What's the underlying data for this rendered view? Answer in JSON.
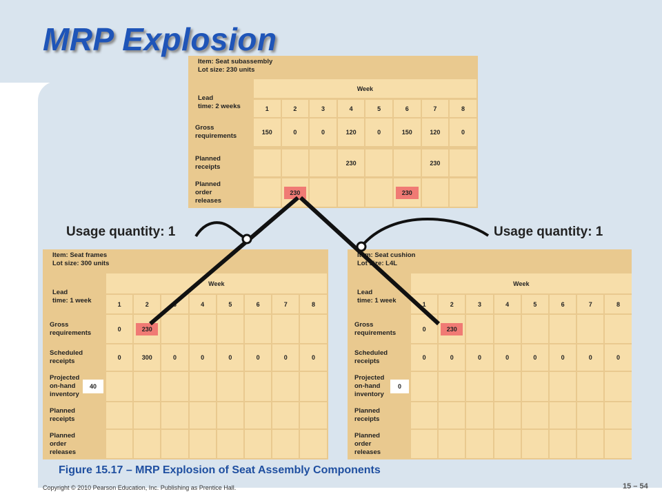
{
  "title": "MRP Explosion",
  "usage_left": "Usage quantity: 1",
  "usage_right": "Usage quantity: 1",
  "caption": "Figure 15.17 – MRP Explosion of Seat Assembly Components",
  "copyright": "Copyright © 2010 Pearson Education, Inc. Publishing as Prentice Hall.",
  "page_number": "15 – 54",
  "top_table": {
    "item": "Item: Seat subassembly",
    "lot": "Lot size: 230 units",
    "lead": "Lead\ntime: 2 weeks",
    "week_label": "Week",
    "weeks": [
      "1",
      "2",
      "3",
      "4",
      "5",
      "6",
      "7",
      "8"
    ],
    "rows": [
      {
        "label": "Gross\nrequirements",
        "values": [
          "150",
          "0",
          "0",
          "120",
          "0",
          "150",
          "120",
          "0"
        ]
      },
      {
        "label": "Planned\nreceipts",
        "values": [
          "",
          "",
          "",
          "230",
          "",
          "",
          "230",
          ""
        ]
      },
      {
        "label": "Planned\norder\nreleases",
        "values": [
          "",
          "230",
          "",
          "",
          "",
          "230",
          "",
          ""
        ]
      }
    ]
  },
  "left_table": {
    "item": "Item: Seat frames",
    "lot": "Lot size: 300 units",
    "lead": "Lead\ntime: 1 week",
    "week_label": "Week",
    "weeks": [
      "1",
      "2",
      "3",
      "4",
      "5",
      "6",
      "7",
      "8"
    ],
    "rows": [
      {
        "label": "Gross\nrequirements",
        "values": [
          "0",
          "230",
          "",
          "",
          "",
          "",
          "",
          ""
        ]
      },
      {
        "label": "Scheduled\nreceipts",
        "values": [
          "0",
          "300",
          "0",
          "0",
          "0",
          "0",
          "0",
          "0"
        ]
      },
      {
        "label": "Projected\non-hand\ninventory",
        "start": "40",
        "values": [
          "",
          "",
          "",
          "",
          "",
          "",
          "",
          ""
        ]
      },
      {
        "label": "Planned\nreceipts",
        "values": [
          "",
          "",
          "",
          "",
          "",
          "",
          "",
          ""
        ]
      },
      {
        "label": "Planned\norder\nreleases",
        "values": [
          "",
          "",
          "",
          "",
          "",
          "",
          "",
          ""
        ]
      }
    ]
  },
  "right_table": {
    "item": "Item: Seat cushion",
    "lot": "Lot size: L4L",
    "lead": "Lead\ntime: 1 week",
    "week_label": "Week",
    "weeks": [
      "1",
      "2",
      "3",
      "4",
      "5",
      "6",
      "7",
      "8"
    ],
    "rows": [
      {
        "label": "Gross\nrequirements",
        "values": [
          "0",
          "230",
          "",
          "",
          "",
          "",
          "",
          ""
        ]
      },
      {
        "label": "Scheduled\nreceipts",
        "values": [
          "0",
          "0",
          "0",
          "0",
          "0",
          "0",
          "0",
          "0"
        ]
      },
      {
        "label": "Projected\non-hand\ninventory",
        "start": "0",
        "values": [
          "",
          "",
          "",
          "",
          "",
          "",
          "",
          ""
        ]
      },
      {
        "label": "Planned\nreceipts",
        "values": [
          "",
          "",
          "",
          "",
          "",
          "",
          "",
          ""
        ]
      },
      {
        "label": "Planned\norder\nreleases",
        "values": [
          "",
          "",
          "",
          "",
          "",
          "",
          "",
          ""
        ]
      }
    ]
  },
  "colors": {
    "highlight": "#f07a74",
    "title": "#1f55b8",
    "cell": "#f7deaa",
    "frame": "#e9c98f"
  }
}
